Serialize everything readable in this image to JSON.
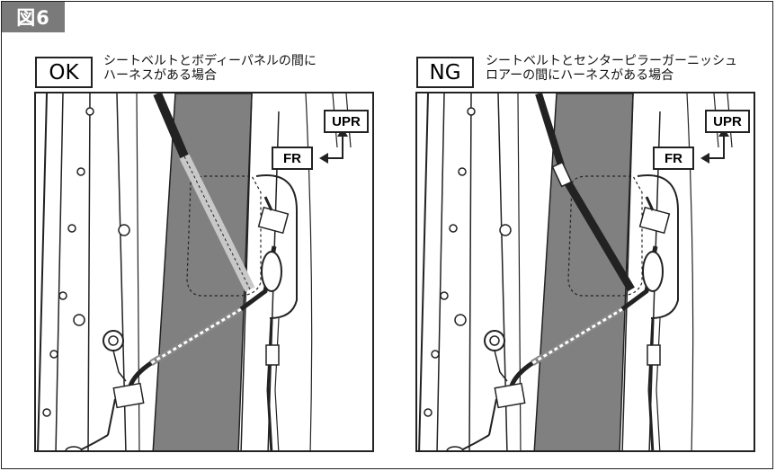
{
  "figure": {
    "label": "図6"
  },
  "ok_panel": {
    "status": "OK",
    "caption": "シートベルトとボディーパネルの間に\nハーネスがある場合",
    "upr_label": "UPR",
    "fr_label": "FR"
  },
  "ng_panel": {
    "status": "NG",
    "caption": "シートベルトとセンターピラーガーニッシュ\nロアーの間にハーネスがある場合",
    "upr_label": "UPR",
    "fr_label": "FR"
  },
  "colors": {
    "border": "#222222",
    "pillar": "#808080",
    "label_bg": "#7a7a7a",
    "harness_hidden": "#c8c8c8"
  }
}
